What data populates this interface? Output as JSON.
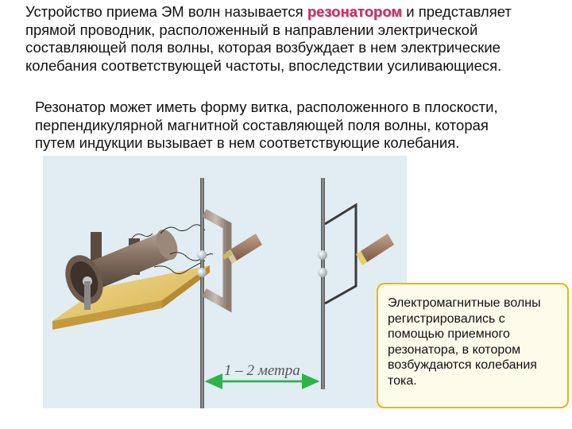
{
  "intro": {
    "before": "Устройство приема ЭМ волн называется ",
    "highlight": "резонатором",
    "after": " и представляет прямой проводник, расположенный в направлении электрической составляющей поля волны, которая возбуждает в нем электрические колебания соответствующей частоты, впоследствии усиливающиеся."
  },
  "second_paragraph": "Резонатор может иметь форму витка, расположенного в плоскости, перпендикулярной магнитной составляющей поля волны, которая путем индукции вызывает в нем соответствующие колебания.",
  "illustration": {
    "distance_label": "1 – 2 метра"
  },
  "callout": {
    "text": "Электромагнитные волны регистрировались с помощью приемного резонатора, в котором возбуждаются колебания тока."
  },
  "colors": {
    "highlight": "#c0306a",
    "callout_border": "#f0b400",
    "callout_bg": "#fdfcea",
    "illustration_bg": "#e1edf3",
    "arrow": "#2db34a"
  }
}
